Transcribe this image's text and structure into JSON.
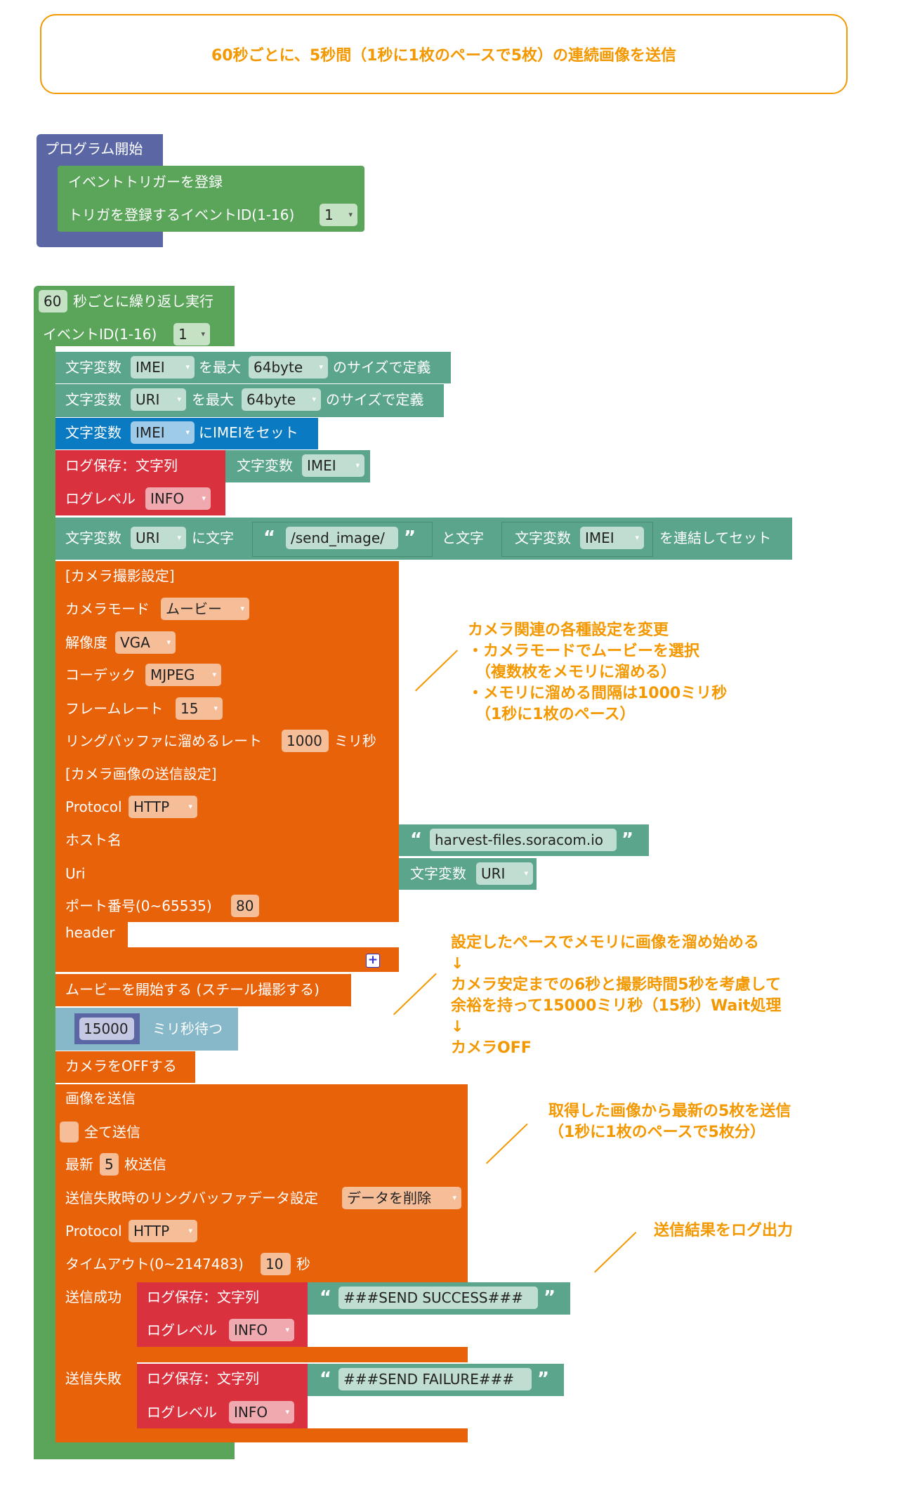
{
  "title": "60秒ごとに、5秒間（1秒に1枚のペースで5枚）の連続画像を送信",
  "program_start": {
    "label": "プログラム開始",
    "register": "イベントトリガーを登録",
    "event_label": "トリガを登録するイベントID(1-16)",
    "event_id": "1"
  },
  "loop": {
    "interval": "60",
    "interval_label": "秒ごとに繰り返し実行",
    "event_label": "イベントID(1-16)",
    "event_id": "1"
  },
  "common": {
    "strvar": "文字変数",
    "max": "を最大",
    "size_def": "のサイズで定義",
    "log_save": "ログ保存：文字列",
    "log_level": "ログレベル",
    "info": "INFO",
    "open_q": "“",
    "close_q": "”"
  },
  "define_imei": {
    "var": "IMEI",
    "size": "64byte"
  },
  "define_uri": {
    "var": "URI",
    "size": "64byte"
  },
  "set_imei": {
    "var": "IMEI",
    "label": "にIMEIをセット"
  },
  "log_imei": {
    "var": "IMEI"
  },
  "concat": {
    "var": "URI",
    "with_text": "に文字",
    "text": "/send_image/",
    "and_text": "と文字",
    "var2": "IMEI",
    "end": "を連結してセット"
  },
  "camera": {
    "section1": "[カメラ撮影設定]",
    "mode_label": "カメラモード",
    "mode": "ムービー",
    "res_label": "解像度",
    "res": "VGA",
    "codec_label": "コーデック",
    "codec": "MJPEG",
    "fps_label": "フレームレート",
    "fps": "15",
    "ring_label": "リングバッファに溜めるレート",
    "ring": "1000",
    "ms": "ミリ秒",
    "section2": "[カメラ画像の送信設定]",
    "protocol_label": "Protocol",
    "protocol": "HTTP",
    "host_label": "ホスト名",
    "host": "harvest-files.soracom.io",
    "uri_label": "Uri",
    "uri_var": "URI",
    "port_label": "ポート番号(0~65535)",
    "port": "80",
    "header_label": "header"
  },
  "movie_start": "ムービーを開始する (スチール撮影する)",
  "wait": {
    "value": "15000",
    "label": "ミリ秒待つ"
  },
  "camera_off": "カメラをOFFする",
  "send": {
    "label": "画像を送信",
    "all": "全て送信",
    "latest": "最新",
    "count": "5",
    "count_suffix": "枚送信",
    "fail_ring_label": "送信失敗時のリングバッファデータ設定",
    "fail_ring": "データを削除",
    "protocol_label": "Protocol",
    "protocol": "HTTP",
    "timeout_label": "タイムアウト(0~2147483)",
    "timeout": "10",
    "sec": "秒",
    "success_label": "送信成功",
    "success_text": "###SEND SUCCESS###",
    "failure_label": "送信失敗",
    "failure_text": "###SEND FAILURE###"
  },
  "notes": {
    "camera": "カメラ関連の各種設定を変更\n・カメラモードでムービーを選択\n　（複数枚をメモリに溜める）\n・メモリに溜める間隔は1000ミリ秒\n　（1秒に1枚のペース）",
    "wait": "設定したペースでメモリに画像を溜め始める\n↓\nカメラ安定までの6秒と撮影時間5秒を考慮して\n余裕を持って15000ミリ秒（15秒）Wait処理\n↓\nカメラOFF",
    "send": "取得した画像から最新の5枚を送信\n（1秒に1枚のペースで5枚分）",
    "log": "送信結果をログ出力"
  },
  "colors": {
    "loop": "#5ba55b",
    "text_block": "#5ba58c",
    "set_block": "#0a7bc2",
    "log_block": "#d9323e",
    "camera_block": "#e8620a",
    "start_block": "#5b67a5",
    "annotation": "#f39800"
  }
}
